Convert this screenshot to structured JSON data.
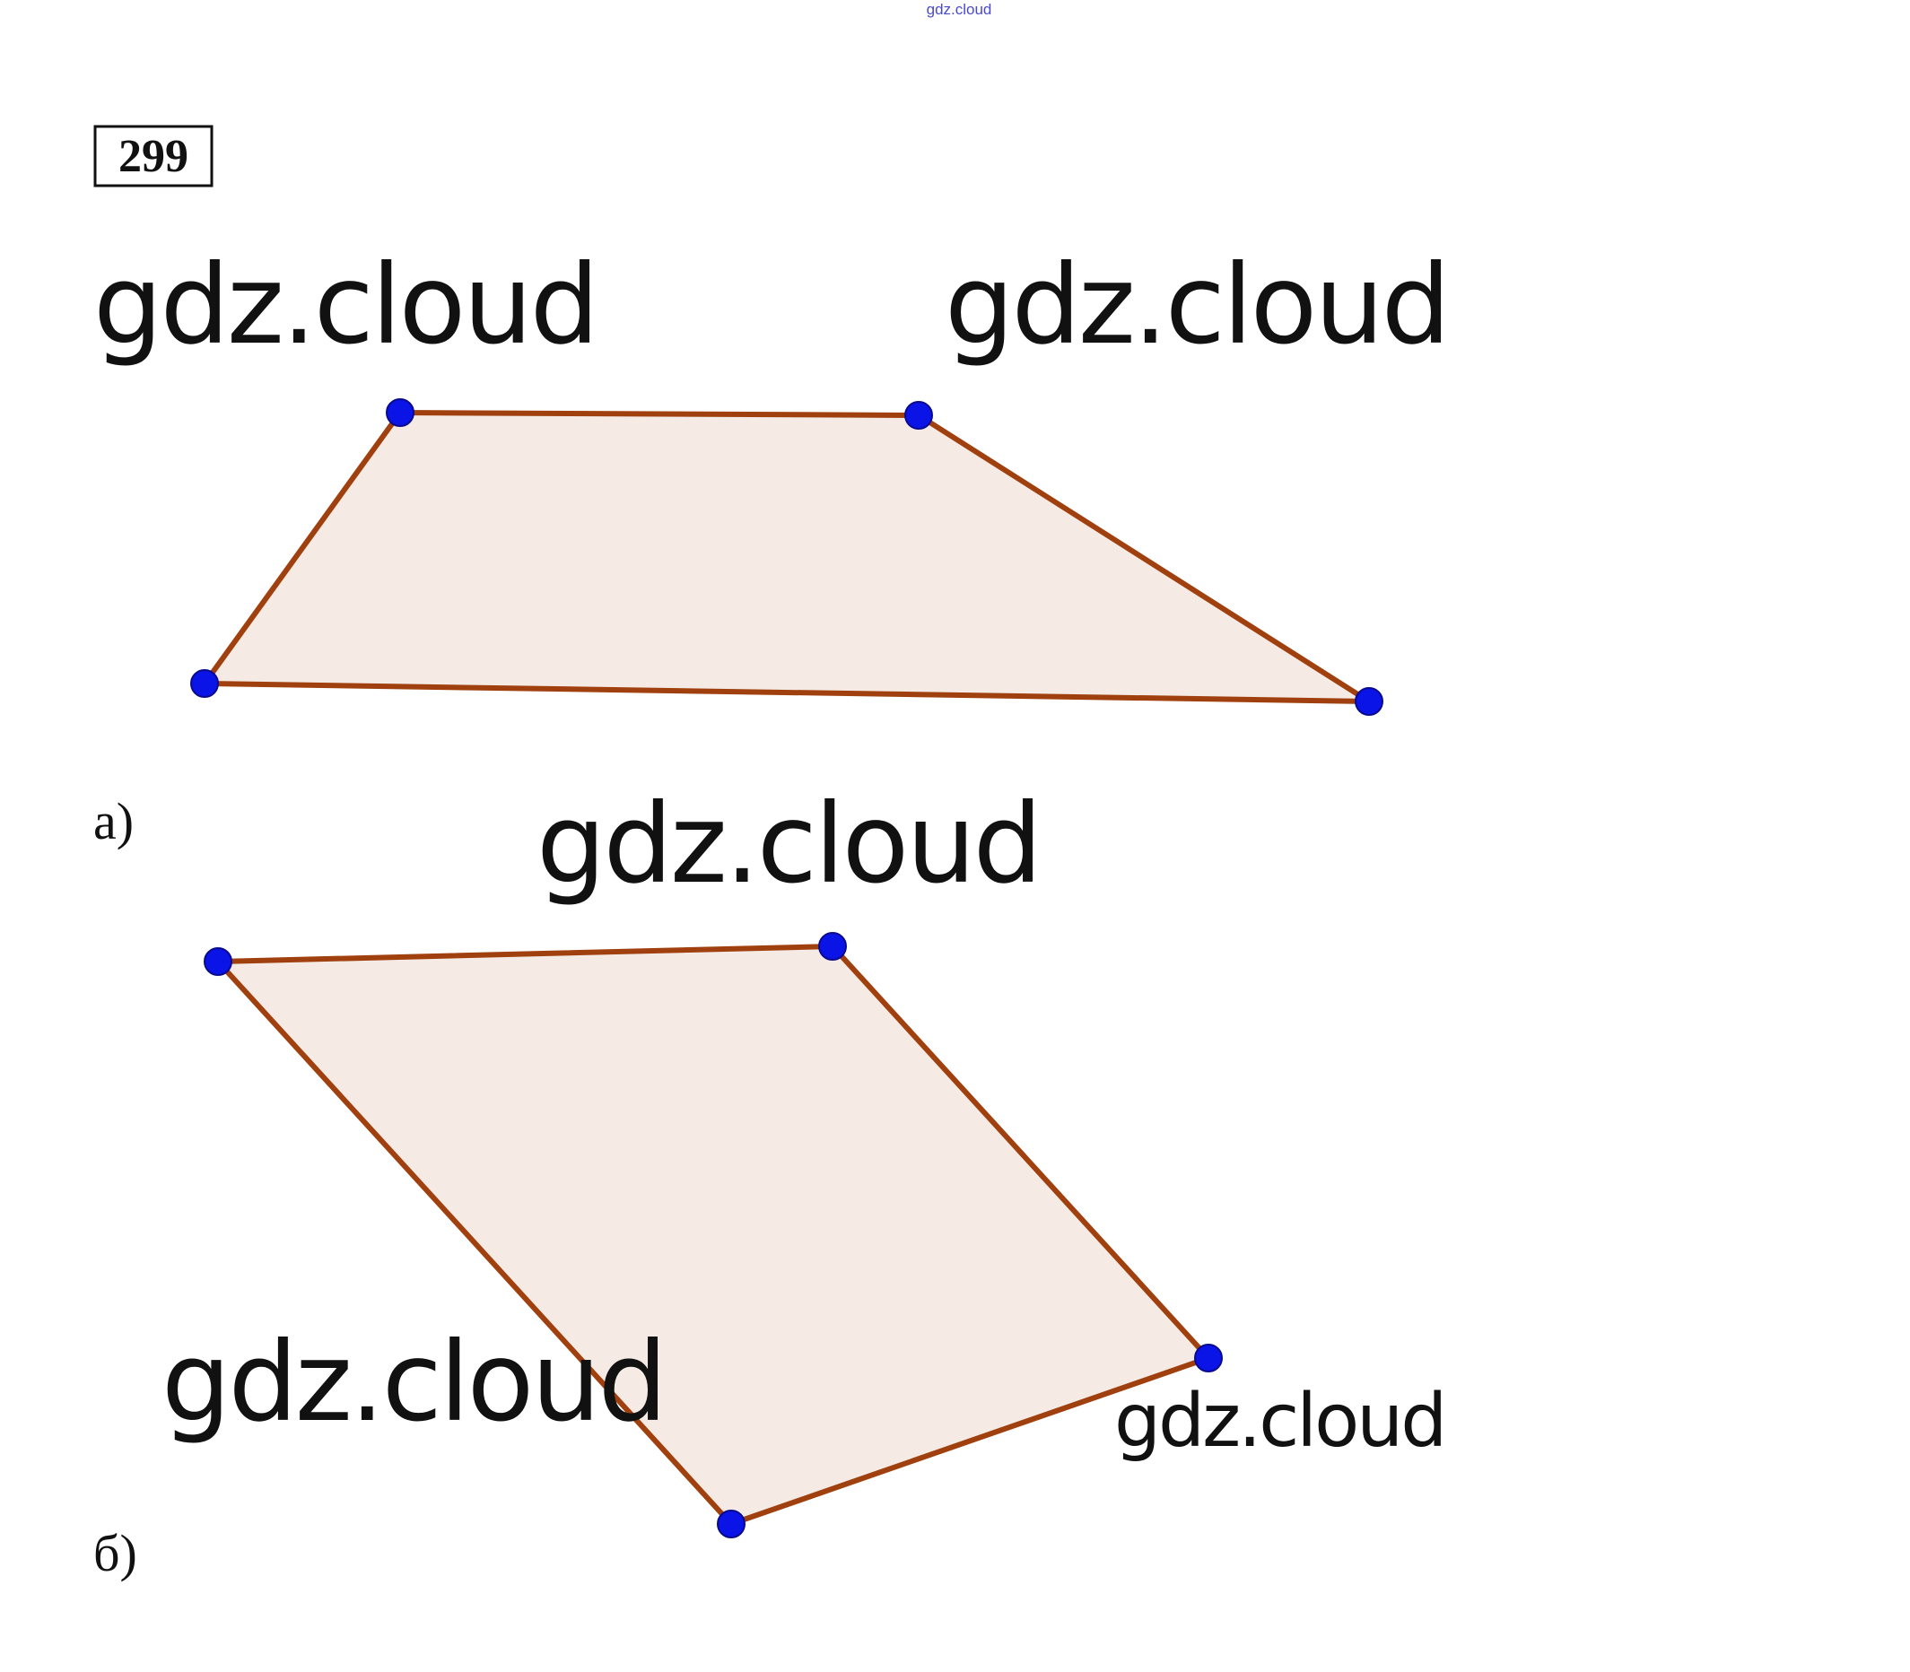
{
  "header_watermark": "gdz.cloud",
  "problem_number": "299",
  "parts": [
    {
      "label": "а)",
      "shape": "quadrilateral"
    },
    {
      "label": "б)",
      "shape": "quadrilateral"
    }
  ],
  "watermarks": [
    "gdz.cloud",
    "gdz.cloud",
    "gdz.cloud",
    "gdz.cloud",
    "gdz.cloud"
  ],
  "colors": {
    "edge": "#a0400f",
    "fill": "#f5ebe4",
    "vertex": "#0a14e6",
    "header_watermark": "#4a4ad0"
  }
}
